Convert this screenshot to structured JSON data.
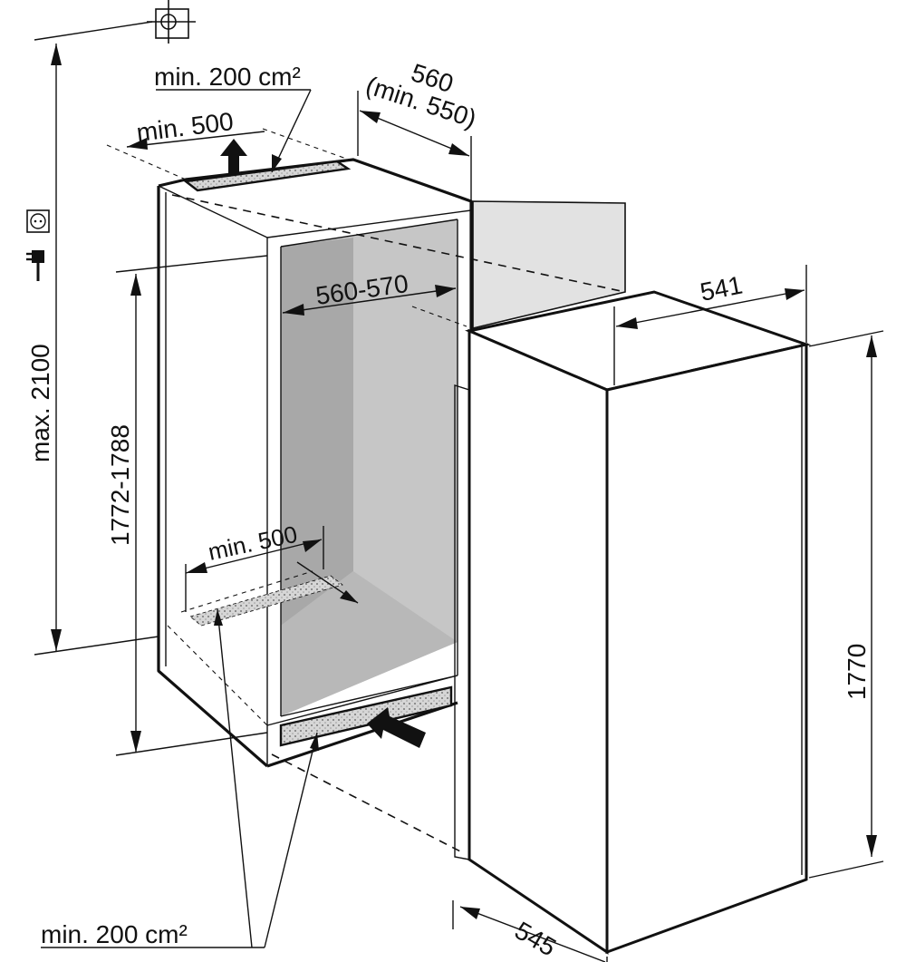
{
  "labels": {
    "vent_top_area": "min. 200 cm²",
    "vent_top_depth": "min. 500",
    "niche_depth_top": "560",
    "niche_depth_top_min": "(min. 550)",
    "appliance_depth": "541",
    "niche_width": "560-570",
    "max_height": "max. 2100",
    "niche_height": "1772-1788",
    "vent_bottom_depth": "min. 500",
    "appliance_height": "1770",
    "appliance_width": "545",
    "vent_bottom_area": "min. 200 cm²"
  },
  "icons": [
    "ground-symbol-icon",
    "power-socket-icon",
    "power-plug-icon"
  ],
  "colors": {
    "line": "#111111",
    "niche_interior": "#c8c8c8",
    "niche_shadow": "#a6a6a6",
    "door_panel": "#e4e4e4"
  }
}
